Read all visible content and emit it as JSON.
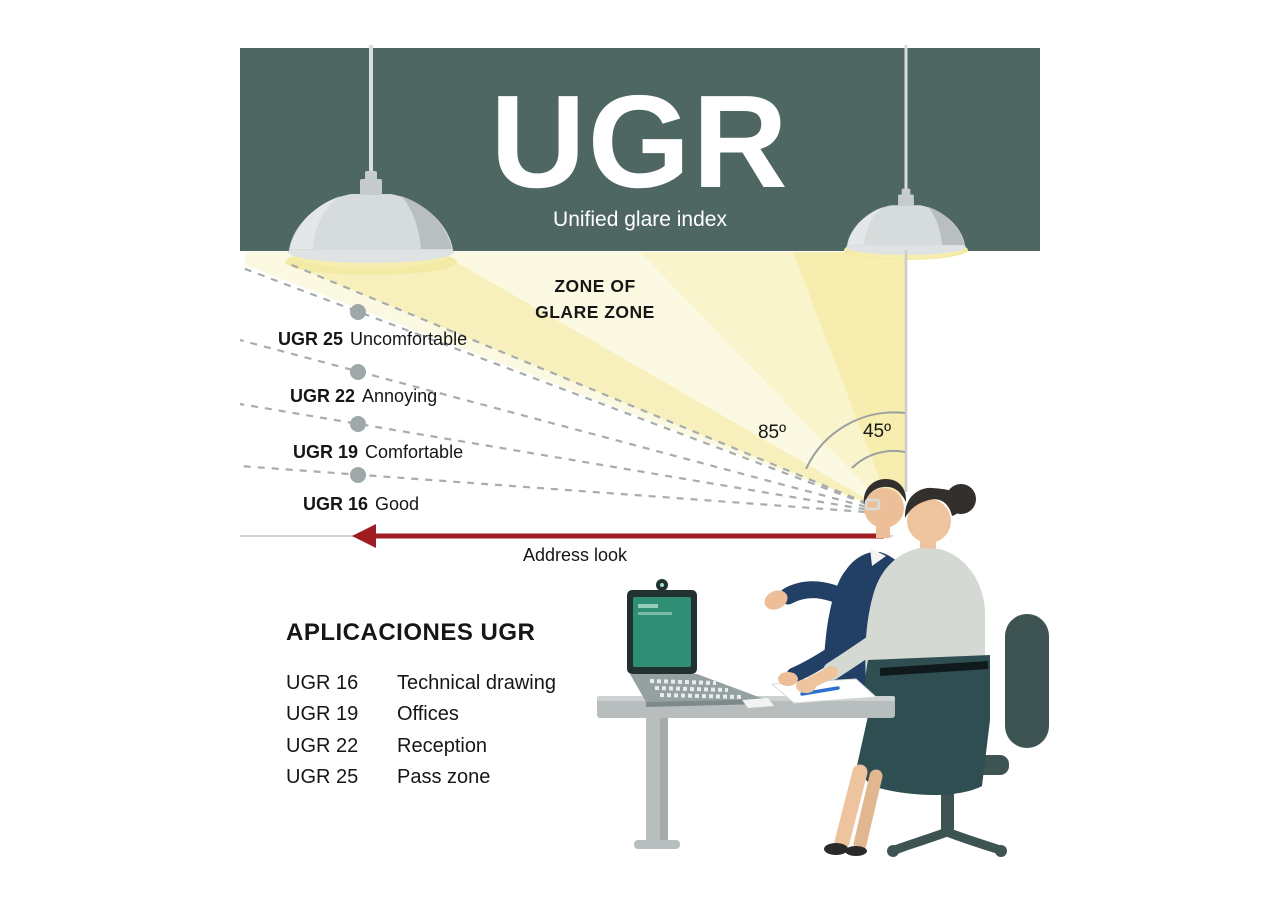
{
  "header": {
    "title": "UGR",
    "subtitle": "Unified glare index"
  },
  "zone_label": {
    "line1": "ZONE OF",
    "line2": "GLARE ZONE"
  },
  "ugr_levels": [
    {
      "code": "UGR 25",
      "label": "Uncomfortable"
    },
    {
      "code": "UGR 22",
      "label": "Annoying"
    },
    {
      "code": "UGR 19",
      "label": "Comfortable"
    },
    {
      "code": "UGR 16",
      "label": "Good"
    }
  ],
  "angles": {
    "wide": "85º",
    "narrow": "45º"
  },
  "sightline_label": "Address look",
  "applications": {
    "title": "APLICACIONES UGR",
    "items": [
      {
        "code": "UGR 16",
        "label": "Technical drawing"
      },
      {
        "code": "UGR 19",
        "label": "Offices"
      },
      {
        "code": "UGR 22",
        "label": "Reception"
      },
      {
        "code": "UGR 25",
        "label": "Pass zone"
      }
    ]
  },
  "colors": {
    "band": "#4e6763",
    "glare_pale": "#fcf9e2",
    "glare_bright": "#f6edae",
    "arrow_red": "#9e1c22",
    "chair_dark": "#3e5452",
    "suit_navy": "#223f66",
    "skirt_teal": "#2e4e52",
    "screen_teal": "#2f8f74"
  }
}
